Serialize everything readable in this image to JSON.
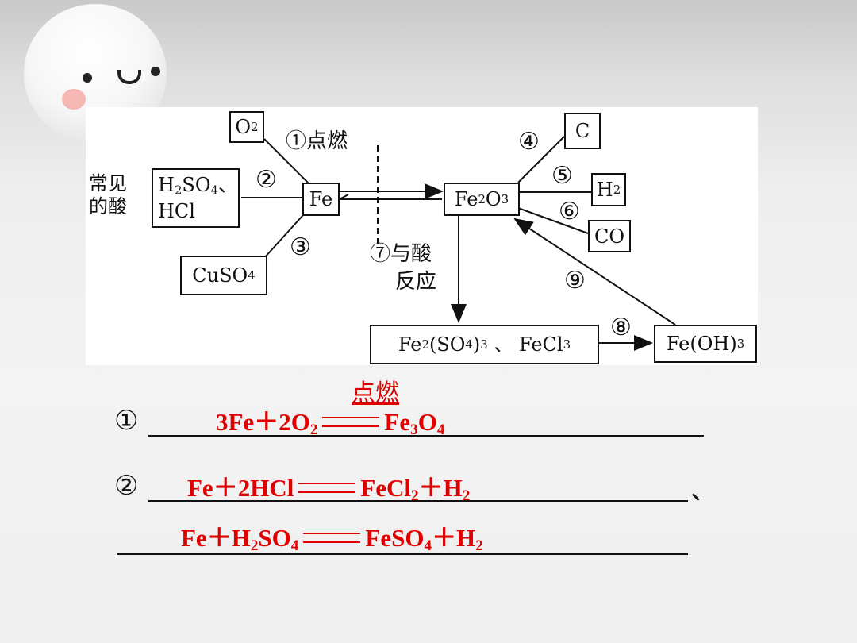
{
  "diagram": {
    "nodes": {
      "o2": {
        "main": "O",
        "sub": "2"
      },
      "acid_group": "常见\n的酸",
      "acids_box": {
        "line1": "H",
        "line1_sub": "2",
        "line1_rest": "SO",
        "line1_sub2": "4",
        "line1_end": "、",
        "line2": "HCl"
      },
      "cuso4": {
        "main": "CuSO",
        "sub": "4"
      },
      "fe": "Fe",
      "fe2o3": {
        "a": "Fe",
        "s1": "2",
        "b": "O",
        "s2": "3"
      },
      "c": "C",
      "h2": {
        "main": "H",
        "sub": "2"
      },
      "co": "CO",
      "salts": {
        "a": "Fe",
        "s1": "2",
        "b": "(SO",
        "s2": "4",
        "c": ")",
        "s3": "3",
        "sep": " 、 ",
        "d": "FeCl",
        "s4": "3"
      },
      "feoh3": {
        "a": "Fe(OH)",
        "s1": "3"
      }
    },
    "labels": {
      "r1": "①点燃",
      "r2": "②",
      "r3": "③",
      "r4": "④",
      "r5": "⑤",
      "r6": "⑥",
      "r7_line1": "⑦与酸",
      "r7_line2": "反应",
      "r8": "⑧",
      "r9": "⑨"
    }
  },
  "answers": {
    "marker1": "①",
    "marker2": "②",
    "separator": "、",
    "eq1": {
      "condition": "点燃",
      "lhs": "3Fe＋2O",
      "lhs_sub": "2",
      "rhs": "Fe",
      "rhs_sub1": "3",
      "rhs_mid": "O",
      "rhs_sub2": "4"
    },
    "eq2": {
      "lhs": "Fe＋2HCl",
      "rhs": "FeCl",
      "rhs_sub1": "2",
      "rhs_mid": "＋H",
      "rhs_sub2": "2"
    },
    "eq3": {
      "lhs": "Fe＋H",
      "lhs_sub": "2",
      "lhs_rest": "SO",
      "lhs_sub2": "4",
      "rhs": "FeSO",
      "rhs_sub1": "4",
      "rhs_mid": "＋H",
      "rhs_sub2": "2"
    }
  },
  "colors": {
    "answer": "#e00000",
    "line": "#111111"
  }
}
